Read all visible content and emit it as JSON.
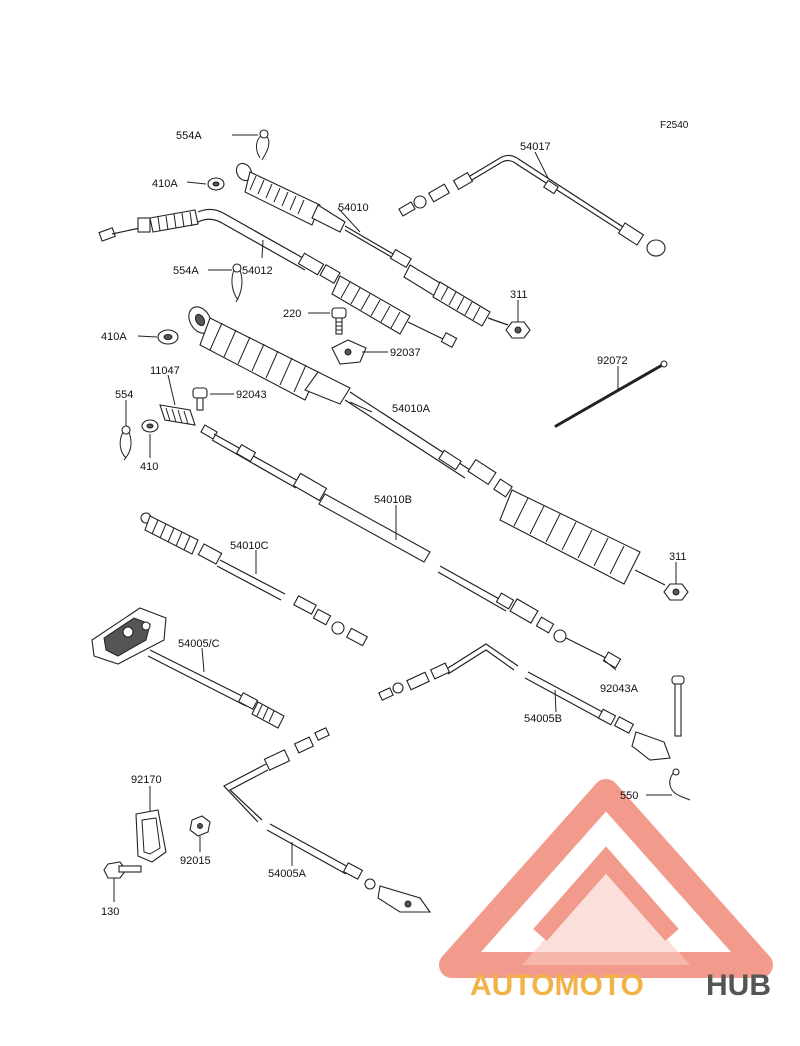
{
  "diagram": {
    "code": "F2540",
    "labels": {
      "l554A_top": "554A",
      "l410A_top": "410A",
      "l54010": "54010",
      "l54017": "54017",
      "l54012": "54012",
      "l554A_mid": "554A",
      "l311_top": "311",
      "l220": "220",
      "l92037": "92037",
      "l410A_mid": "410A",
      "l11047": "11047",
      "l92043": "92043",
      "l554": "554",
      "l410": "410",
      "l54010A": "54010A",
      "l92072": "92072",
      "l54010B": "54010B",
      "l54010C": "54010C",
      "l311_bot": "311",
      "l54005C": "54005/C",
      "l92043A": "92043A",
      "l54005B": "54005B",
      "l550": "550",
      "l92170": "92170",
      "l92015": "92015",
      "l130": "130",
      "l54005A": "54005A"
    }
  },
  "watermark": {
    "word_1": "AUTOMOTO",
    "word_2": "HUB",
    "color_primary": "#f08a7a",
    "color_secondary": "#f2b24a",
    "color_dark": "#555555"
  }
}
